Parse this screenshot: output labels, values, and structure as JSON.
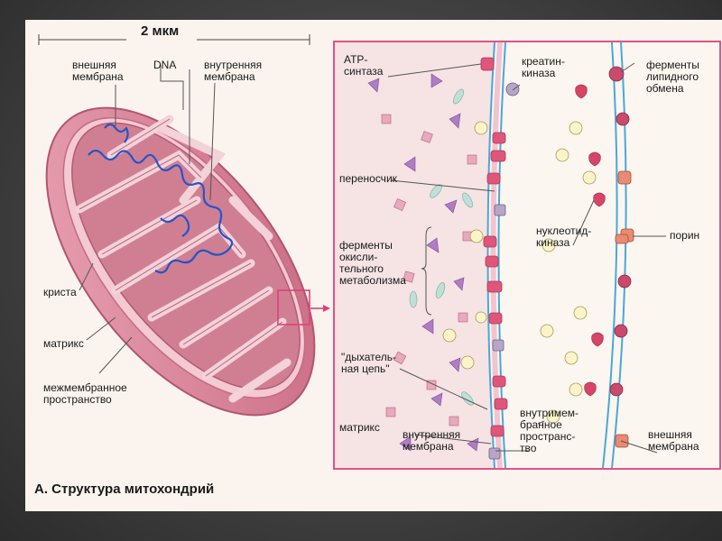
{
  "left_panel": {
    "scale": "2 мкм",
    "labels": {
      "outer_membrane": "внешняя\nмембрана",
      "dna": "DNA",
      "inner_membrane": "внутренняя\nмембрана",
      "crista": "криста",
      "matrix": "матрикс",
      "intermembrane_space": "межмембранное\nпространство"
    }
  },
  "right_panel": {
    "labels": {
      "atp_synthase": "АТР-\nсинтаза",
      "creatine_kinase": "креатин-\nкиназа",
      "lipid_enzymes": "ферменты\nлипидного\nобмена",
      "carrier": "переносчик",
      "nucleotide_kinase": "нуклеотид-\nкиназа",
      "porin": "порин",
      "oxidative_enzymes": "ферменты\nокисли-\nтельного\nметаболизма",
      "respiratory_chain": "\"дыхатель-\nная цепь\"",
      "matrix": "матрикс",
      "inner_membrane": "внутренняя\nмембрана",
      "intermembrane_space": "внутримем-\nбранное\nпространс-\nтво",
      "outer_membrane": "внешняя\nмембрана"
    }
  },
  "caption": "А. Структура митохондрий",
  "colors": {
    "membrane_outer": "#d36a85",
    "membrane_fill": "#e8a0b0",
    "matrix": "#d9899c",
    "highlight_box": "#e0407a",
    "membrane_blue": "#4aa8d8",
    "dna": "#2255c8"
  }
}
